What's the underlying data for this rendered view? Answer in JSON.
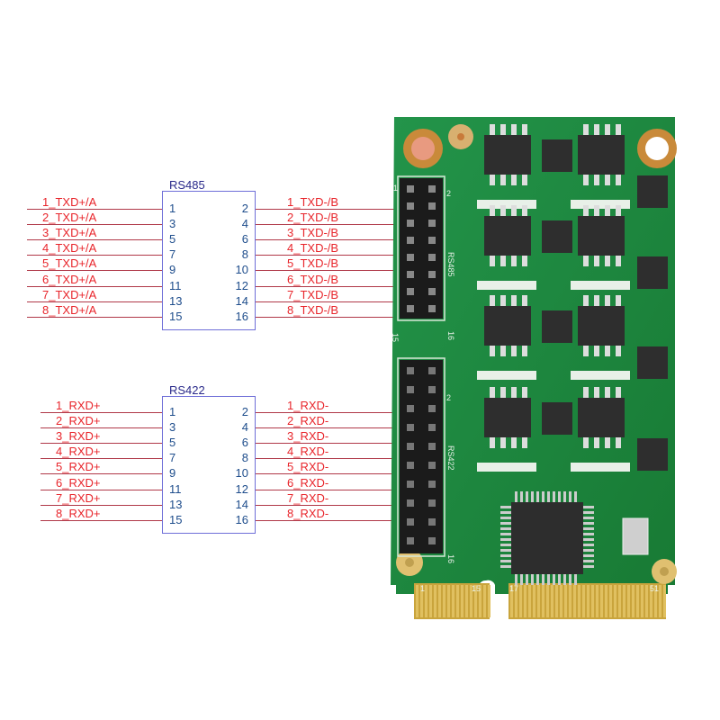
{
  "colors": {
    "label": "#e8252b",
    "pin": "#1e4d8c",
    "wire": "#b03848",
    "box": "#6f6fd8",
    "pcb": "#1e8a3c",
    "gold": "#c9a43c"
  },
  "rs485": {
    "title": "RS485",
    "left_labels": [
      "1_TXD+/A",
      "2_TXD+/A",
      "3_TXD+/A",
      "4_TXD+/A",
      "5_TXD+/A",
      "6_TXD+/A",
      "7_TXD+/A",
      "8_TXD+/A"
    ],
    "right_labels": [
      "1_TXD-/B",
      "2_TXD-/B",
      "3_TXD-/B",
      "4_TXD-/B",
      "5_TXD-/B",
      "6_TXD-/B",
      "7_TXD-/B",
      "8_TXD-/B"
    ],
    "left_pins": [
      "1",
      "3",
      "5",
      "7",
      "9",
      "11",
      "13",
      "15"
    ],
    "right_pins": [
      "2",
      "4",
      "6",
      "8",
      "10",
      "12",
      "14",
      "16"
    ]
  },
  "rs422": {
    "title": "RS422",
    "left_labels": [
      "1_RXD+",
      "2_RXD+",
      "3_RXD+",
      "4_RXD+",
      "5_RXD+",
      "6_RXD+",
      "7_RXD+",
      "8_RXD+"
    ],
    "right_labels": [
      "1_RXD-",
      "2_RXD-",
      "3_RXD-",
      "4_RXD-",
      "5_RXD-",
      "6_RXD-",
      "7_RXD-",
      "8_RXD-"
    ],
    "left_pins": [
      "1",
      "3",
      "5",
      "7",
      "9",
      "11",
      "13",
      "15"
    ],
    "right_pins": [
      "2",
      "4",
      "6",
      "8",
      "10",
      "12",
      "14",
      "16"
    ]
  },
  "board": {
    "header1_label": "RS485",
    "header2_label": "RS422",
    "header_pin_first": "1",
    "header_pin_second": "2",
    "header_pin_last": "16",
    "header_pin_15": "15",
    "edge_labels": [
      "1",
      "15",
      "17",
      "51"
    ]
  }
}
